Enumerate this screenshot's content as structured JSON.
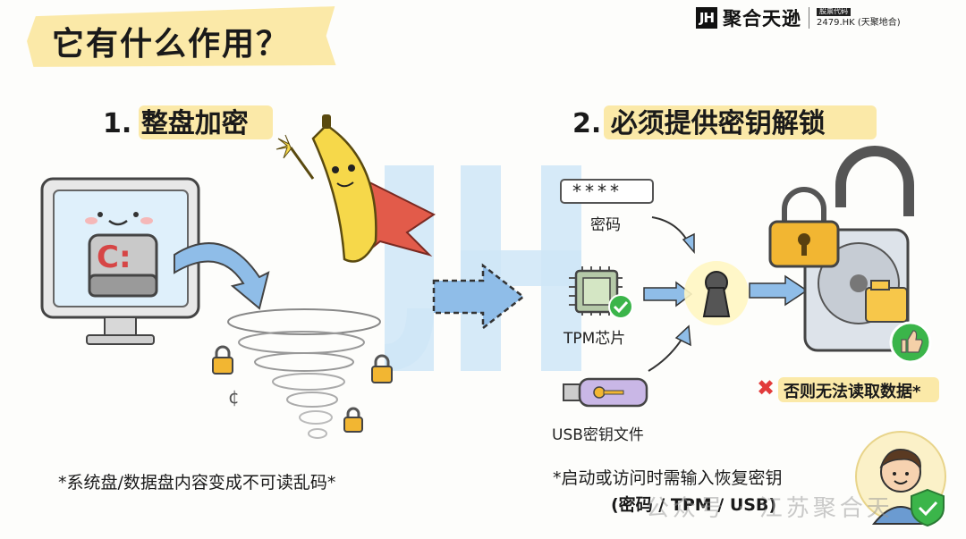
{
  "header": {
    "title": "它有什么作用？",
    "brand": {
      "logo_text": "JH",
      "name": "聚合天逊",
      "code_label": "股票代码",
      "code_value": "2479.HK (天聚地合)"
    }
  },
  "center_logo": {
    "text": "JH"
  },
  "left_section": {
    "title": "1. 整盘加密",
    "drive_letter": "C:",
    "caption": "*系统盘/数据盘内容变成不可读乱码*",
    "tornado_glyph": "¢"
  },
  "right_section": {
    "title": "2. 必须提供密钥解锁",
    "password_field": "****",
    "password_label": "密码",
    "tpm_label": "TPM芯片",
    "usb_label": "USB密钥文件",
    "fail_icon": "✖",
    "fail_text": "否则无法读取数据*",
    "caption_line1": "*启动或访问时需输入恢复密钥",
    "caption_line2": "(密码 / TPM / USB)"
  },
  "watermark": {
    "text": "公众号 · 江苏聚合天"
  },
  "colors": {
    "highlight": "#fbe9a8",
    "arrow_blue": "#8fbde8",
    "logo_blue": "#cfe6f7",
    "check_green": "#3bb54a",
    "fail_red": "#e23b3b",
    "lock_gold": "#f2b632"
  },
  "icons": [
    "monitor-icon",
    "drive-icon",
    "banana-mascot-icon",
    "tornado-icon",
    "padlock-icon",
    "keyhole-icon",
    "chip-icon",
    "usb-key-icon",
    "hard-drive-icon",
    "thumbs-up-icon",
    "avatar-icon",
    "shield-check-icon"
  ]
}
